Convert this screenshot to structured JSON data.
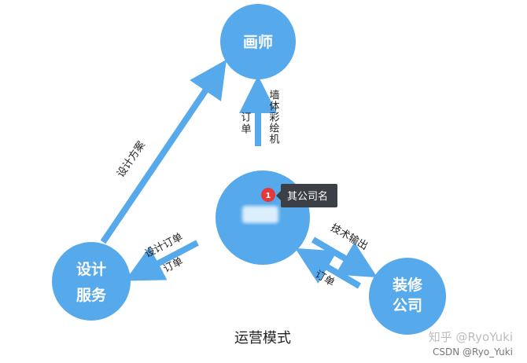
{
  "colors": {
    "node": "#56a9ea",
    "arrow": "#56a9ea",
    "tooltip_bg": "#3c3f45",
    "badge": "#e5383b"
  },
  "nodes": {
    "painter": "画师",
    "design_service": [
      "设计",
      "服务"
    ],
    "decoration_company": [
      "装修",
      "公司"
    ]
  },
  "center": {
    "tooltip": "其公司名",
    "badge": "1"
  },
  "edges": {
    "to_painter_left": "订单",
    "to_painter_right": "墙体彩绘机",
    "design_plan": "设计方案",
    "design_order": "设计订单",
    "order_lower": "订单",
    "tech_output": "技术输出",
    "order_right": "订单"
  },
  "caption": "运营模式",
  "watermark": {
    "zhihu": "知乎 @RyoYuki",
    "csdn": "CSDN @Ryo_Yuki"
  }
}
